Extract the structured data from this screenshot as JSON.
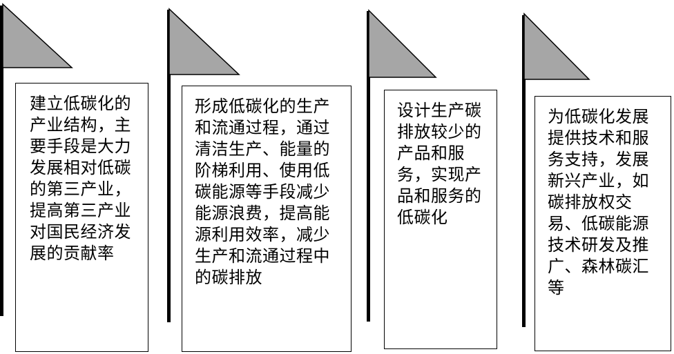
{
  "colors": {
    "pennant_fill": "#a6a6a6",
    "line": "#000000"
  },
  "flags": [
    {
      "text": "建立低碳化的产业结构，主要手段是大力发展相对低碳的第三产业，提高第三产业对国民经济发展的贡献率"
    },
    {
      "text": "形成低碳化的生产和流通过程，通过清洁生产、能量的阶梯利用、使用低碳能源等手段减少能源浪费，提高能源利用效率，减少生产和流通过程中的碳排放"
    },
    {
      "text": "设计生产碳排放较少的产品和服务，实现产品和服务的低碳化"
    },
    {
      "text": "为低碳化发展提供技术和服务支持，发展新兴产业，如碳排放权交易、低碳能源技术研发及推广、森林碳汇等"
    }
  ]
}
